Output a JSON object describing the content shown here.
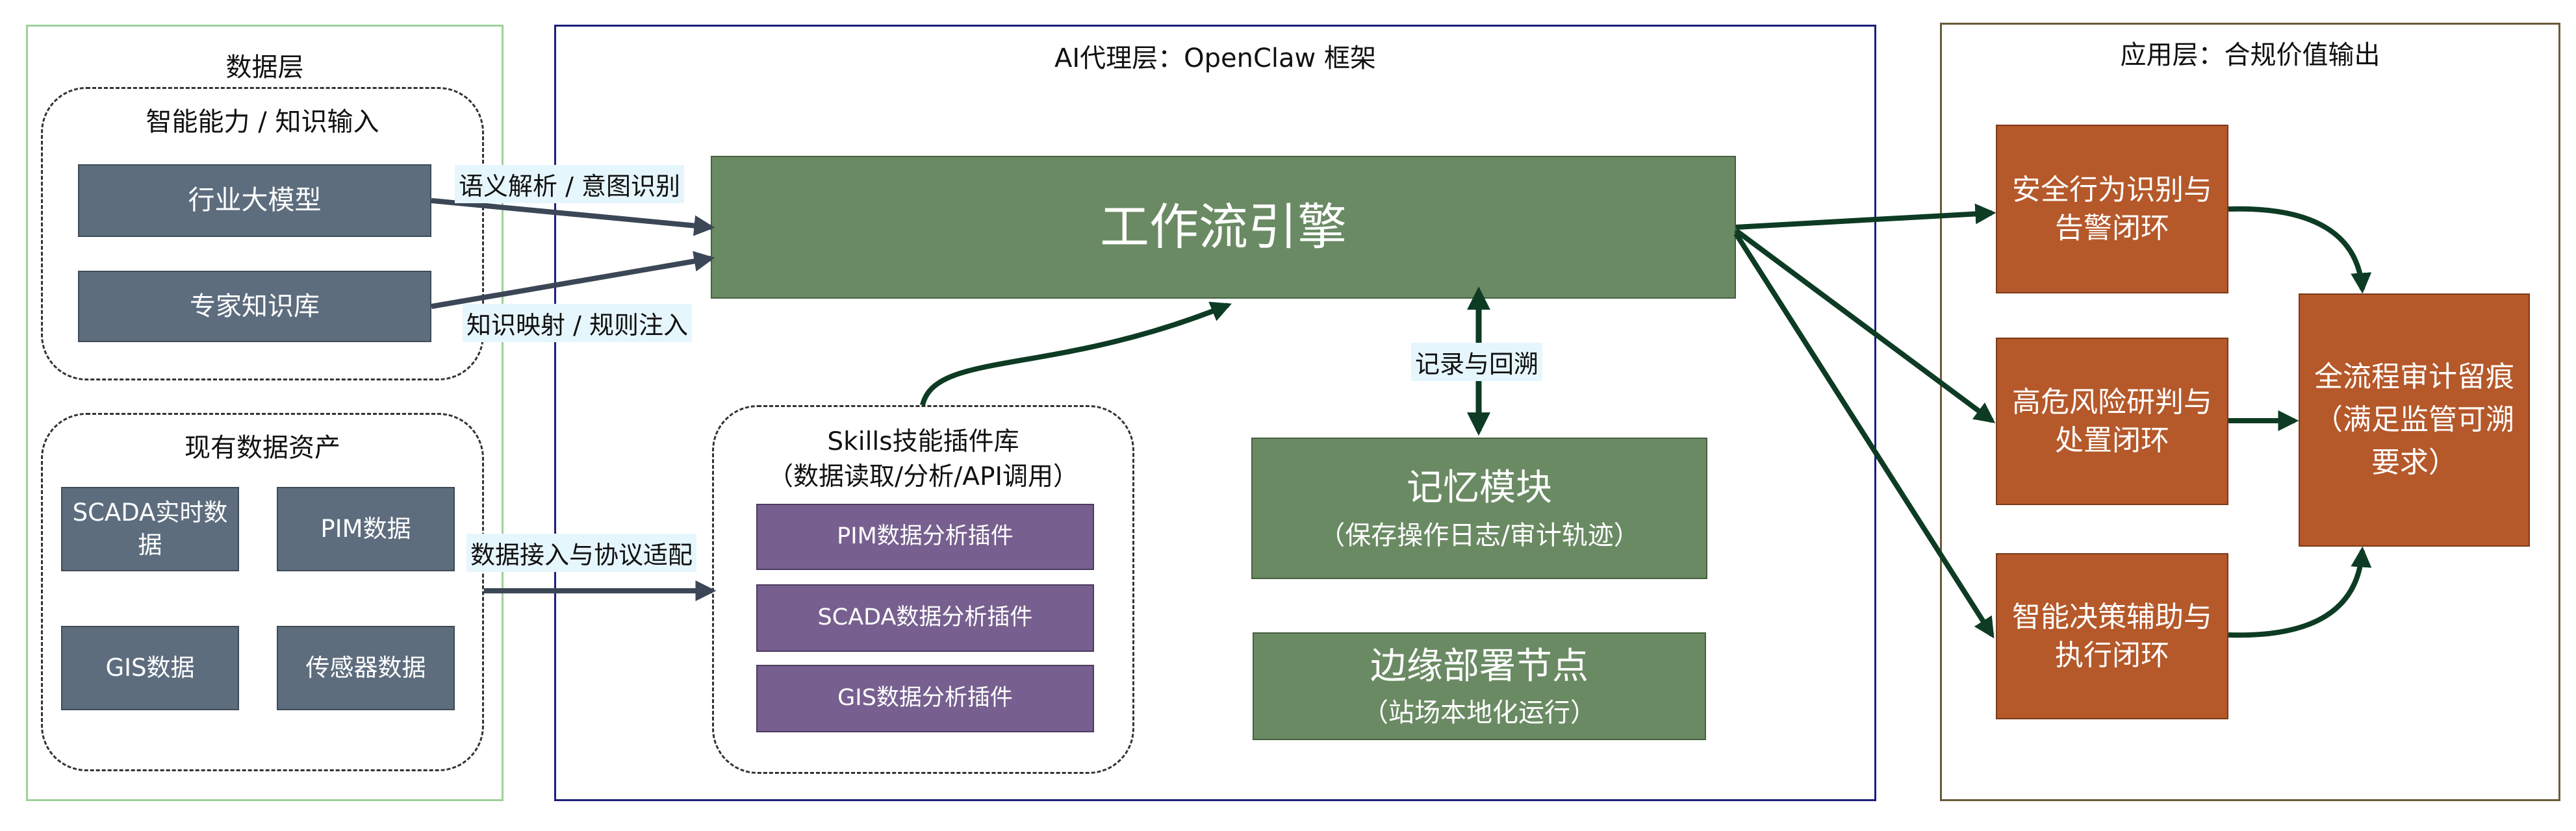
{
  "data_layer": {
    "title": "数据层",
    "ai_group": {
      "title": "智能能力 / 知识输入",
      "items": [
        "行业大模型",
        "专家知识库"
      ]
    },
    "assets_group": {
      "title": "现有数据资产",
      "items": [
        "SCADA实时数据",
        "PIM数据",
        "GIS数据",
        "传感器数据"
      ]
    }
  },
  "agent_layer": {
    "title": "AI代理层：OpenClaw 框架",
    "workflow_engine": "工作流引擎",
    "skills": {
      "title": "Skills技能插件库",
      "subtitle": "（数据读取/分析/API调用）",
      "plugins": [
        "PIM数据分析插件",
        "SCADA数据分析插件",
        "GIS数据分析插件"
      ]
    },
    "memory": {
      "title": "记忆模块",
      "subtitle": "（保存操作日志/审计轨迹）"
    },
    "edge": {
      "title": "边缘部署节点",
      "subtitle": "（站场本地化运行）"
    }
  },
  "app_layer": {
    "title": "应用层：合规价值输出",
    "items": [
      "安全行为识别与告警闭环",
      "高危风险研判与处置闭环",
      "智能决策辅助与执行闭环"
    ],
    "audit": "全流程审计留痕（满足监管可溯要求）"
  },
  "edge_labels": {
    "semantic": "语义解析 / 意图识别",
    "knowledge": "知识映射 / 规则注入",
    "data_access": "数据接入与协议适配",
    "record": "记录与回溯"
  },
  "colors": {
    "data_box": "#5d6d7e",
    "plugin_box": "#77608f",
    "green_box": "#6a8a63",
    "orange_box": "#b5582a",
    "data_layer_border": "#9fd09a",
    "agent_layer_border": "#1b1f7a",
    "app_layer_border": "#6b5a3a",
    "arrow_dark_green": "#0d3b24",
    "arrow_slate": "#3b4656"
  }
}
